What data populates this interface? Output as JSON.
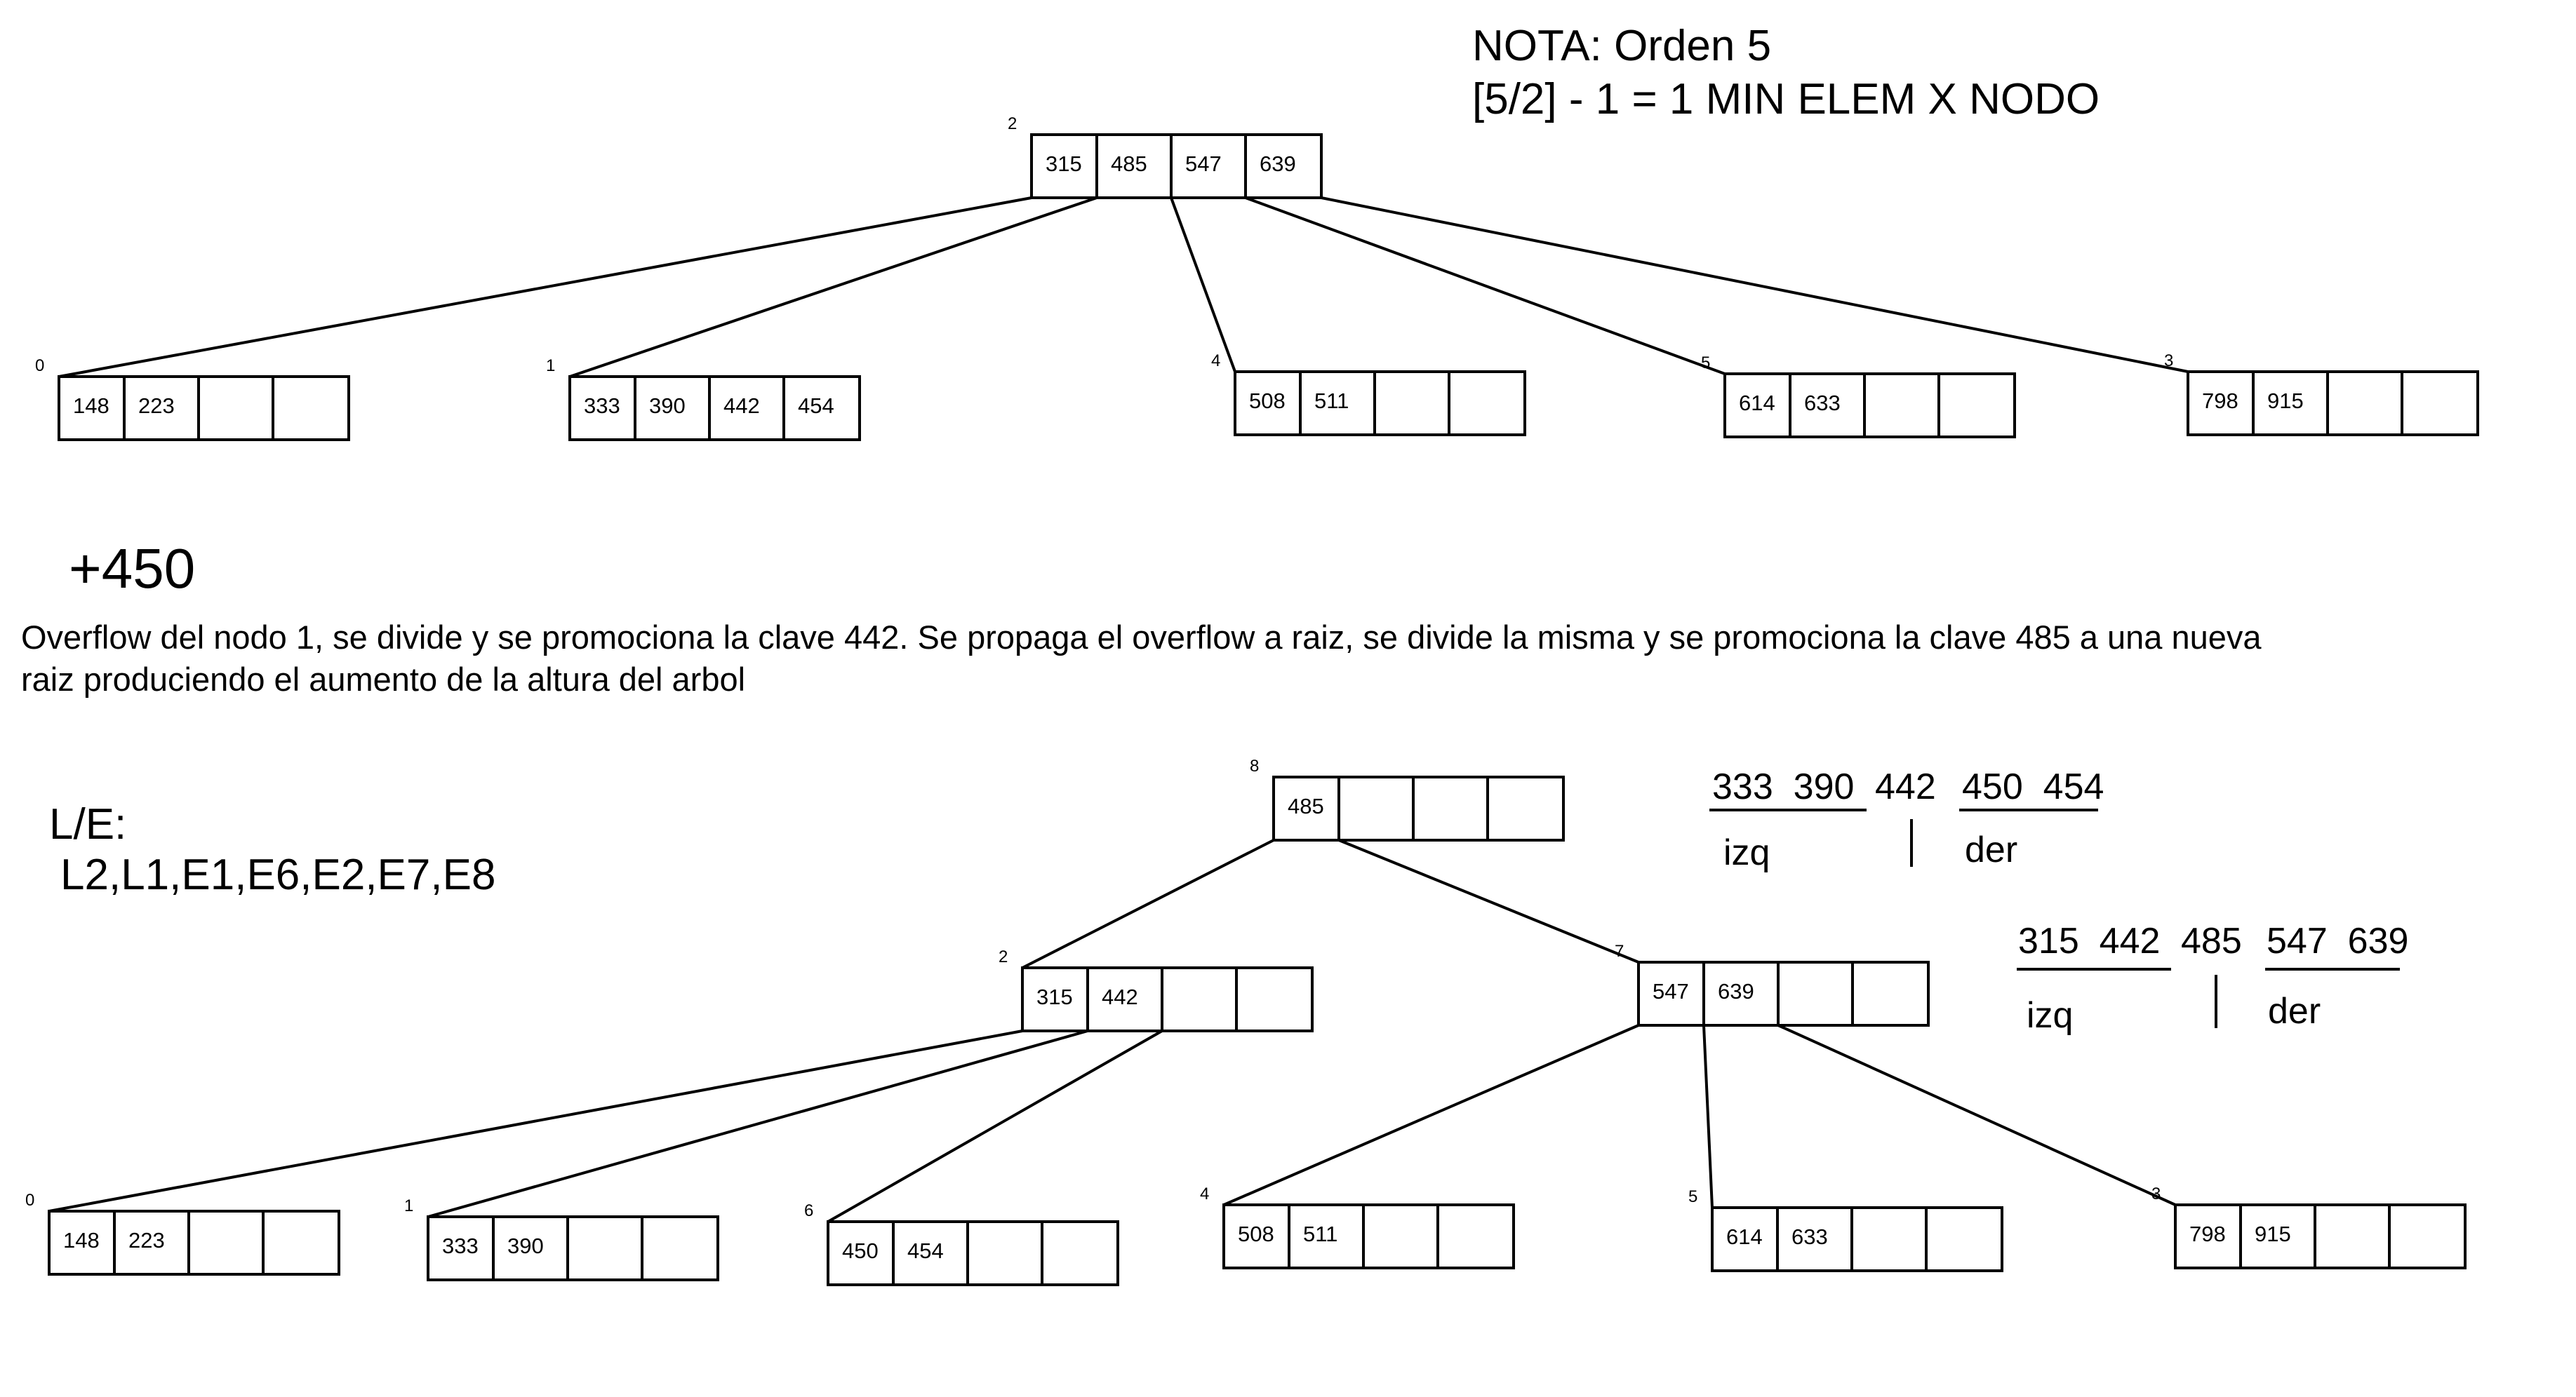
{
  "note": {
    "line1": "NOTA:  Orden 5",
    "line2": "[5/2] - 1 = 1 MIN ELEM X NODO"
  },
  "operation": "+450",
  "explanation": {
    "line1": "Overflow del nodo 1, se divide y se promociona la clave 442. Se propaga el overflow a raiz, se divide la misma y se promociona la clave 485 a una nueva",
    "line2": "raiz produciendo el aumento de la altura del arbol"
  },
  "le": {
    "label": "L/E:",
    "sequence": "L2,L1,E1,E6,E2,E7,E8"
  },
  "tree_before": {
    "nodes": [
      {
        "id": "2",
        "keys": [
          "315",
          "485",
          "547",
          "639"
        ]
      },
      {
        "id": "0",
        "keys": [
          "148",
          "223",
          "",
          ""
        ]
      },
      {
        "id": "1",
        "keys": [
          "333",
          "390",
          "442",
          "454"
        ]
      },
      {
        "id": "4",
        "keys": [
          "508",
          "511",
          "",
          ""
        ]
      },
      {
        "id": "5",
        "keys": [
          "614",
          "633",
          "",
          ""
        ]
      },
      {
        "id": "3",
        "keys": [
          "798",
          "915",
          "",
          ""
        ]
      }
    ],
    "edges": [
      [
        "2",
        "0"
      ],
      [
        "2",
        "1"
      ],
      [
        "2",
        "4"
      ],
      [
        "2",
        "5"
      ],
      [
        "2",
        "3"
      ]
    ]
  },
  "tree_after": {
    "nodes": [
      {
        "id": "8",
        "keys": [
          "485",
          "",
          "",
          ""
        ]
      },
      {
        "id": "2",
        "keys": [
          "315",
          "442",
          "",
          ""
        ]
      },
      {
        "id": "7",
        "keys": [
          "547",
          "639",
          "",
          ""
        ]
      },
      {
        "id": "0",
        "keys": [
          "148",
          "223",
          "",
          ""
        ]
      },
      {
        "id": "1",
        "keys": [
          "333",
          "390",
          "",
          ""
        ]
      },
      {
        "id": "6",
        "keys": [
          "450",
          "454",
          "",
          ""
        ]
      },
      {
        "id": "4",
        "keys": [
          "508",
          "511",
          "",
          ""
        ]
      },
      {
        "id": "5",
        "keys": [
          "614",
          "633",
          "",
          ""
        ]
      },
      {
        "id": "3",
        "keys": [
          "798",
          "915",
          "",
          ""
        ]
      }
    ],
    "edges": [
      [
        "8",
        "2"
      ],
      [
        "8",
        "7"
      ],
      [
        "2",
        "0"
      ],
      [
        "2",
        "1"
      ],
      [
        "2",
        "6"
      ],
      [
        "7",
        "4"
      ],
      [
        "7",
        "5"
      ],
      [
        "7",
        "3"
      ]
    ]
  },
  "splits": [
    {
      "left": "333  390",
      "mid": "442",
      "right": "450  454",
      "left_label": "izq",
      "right_label": "der"
    },
    {
      "left": "315  442",
      "mid": "485",
      "right": "547  639",
      "left_label": "izq",
      "right_label": "der"
    }
  ]
}
